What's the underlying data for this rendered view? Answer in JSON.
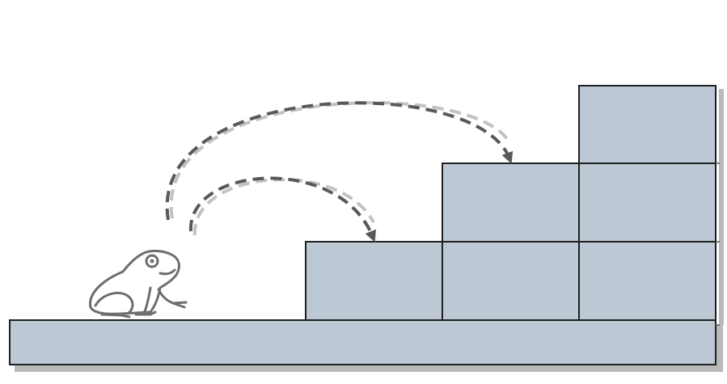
{
  "colors": {
    "block_fill": "#bcc9d4",
    "block_stroke": "#1f1f1f",
    "shadow": "#b9b9b9",
    "arrow_dark": "#595959",
    "arrow_light": "#c2c2c2",
    "frog_stroke": "#6e6e6e",
    "background": "#ffffff"
  },
  "icons": {
    "frog": "frog-icon",
    "jump_arrow": "curved-dashed-arrow-icon"
  },
  "staircase": {
    "step_heights_in_blocks": [
      1,
      2,
      3
    ]
  },
  "jumps": [
    {
      "from": "ground",
      "to_step": 1
    },
    {
      "from": "ground",
      "to_step": 2
    }
  ]
}
